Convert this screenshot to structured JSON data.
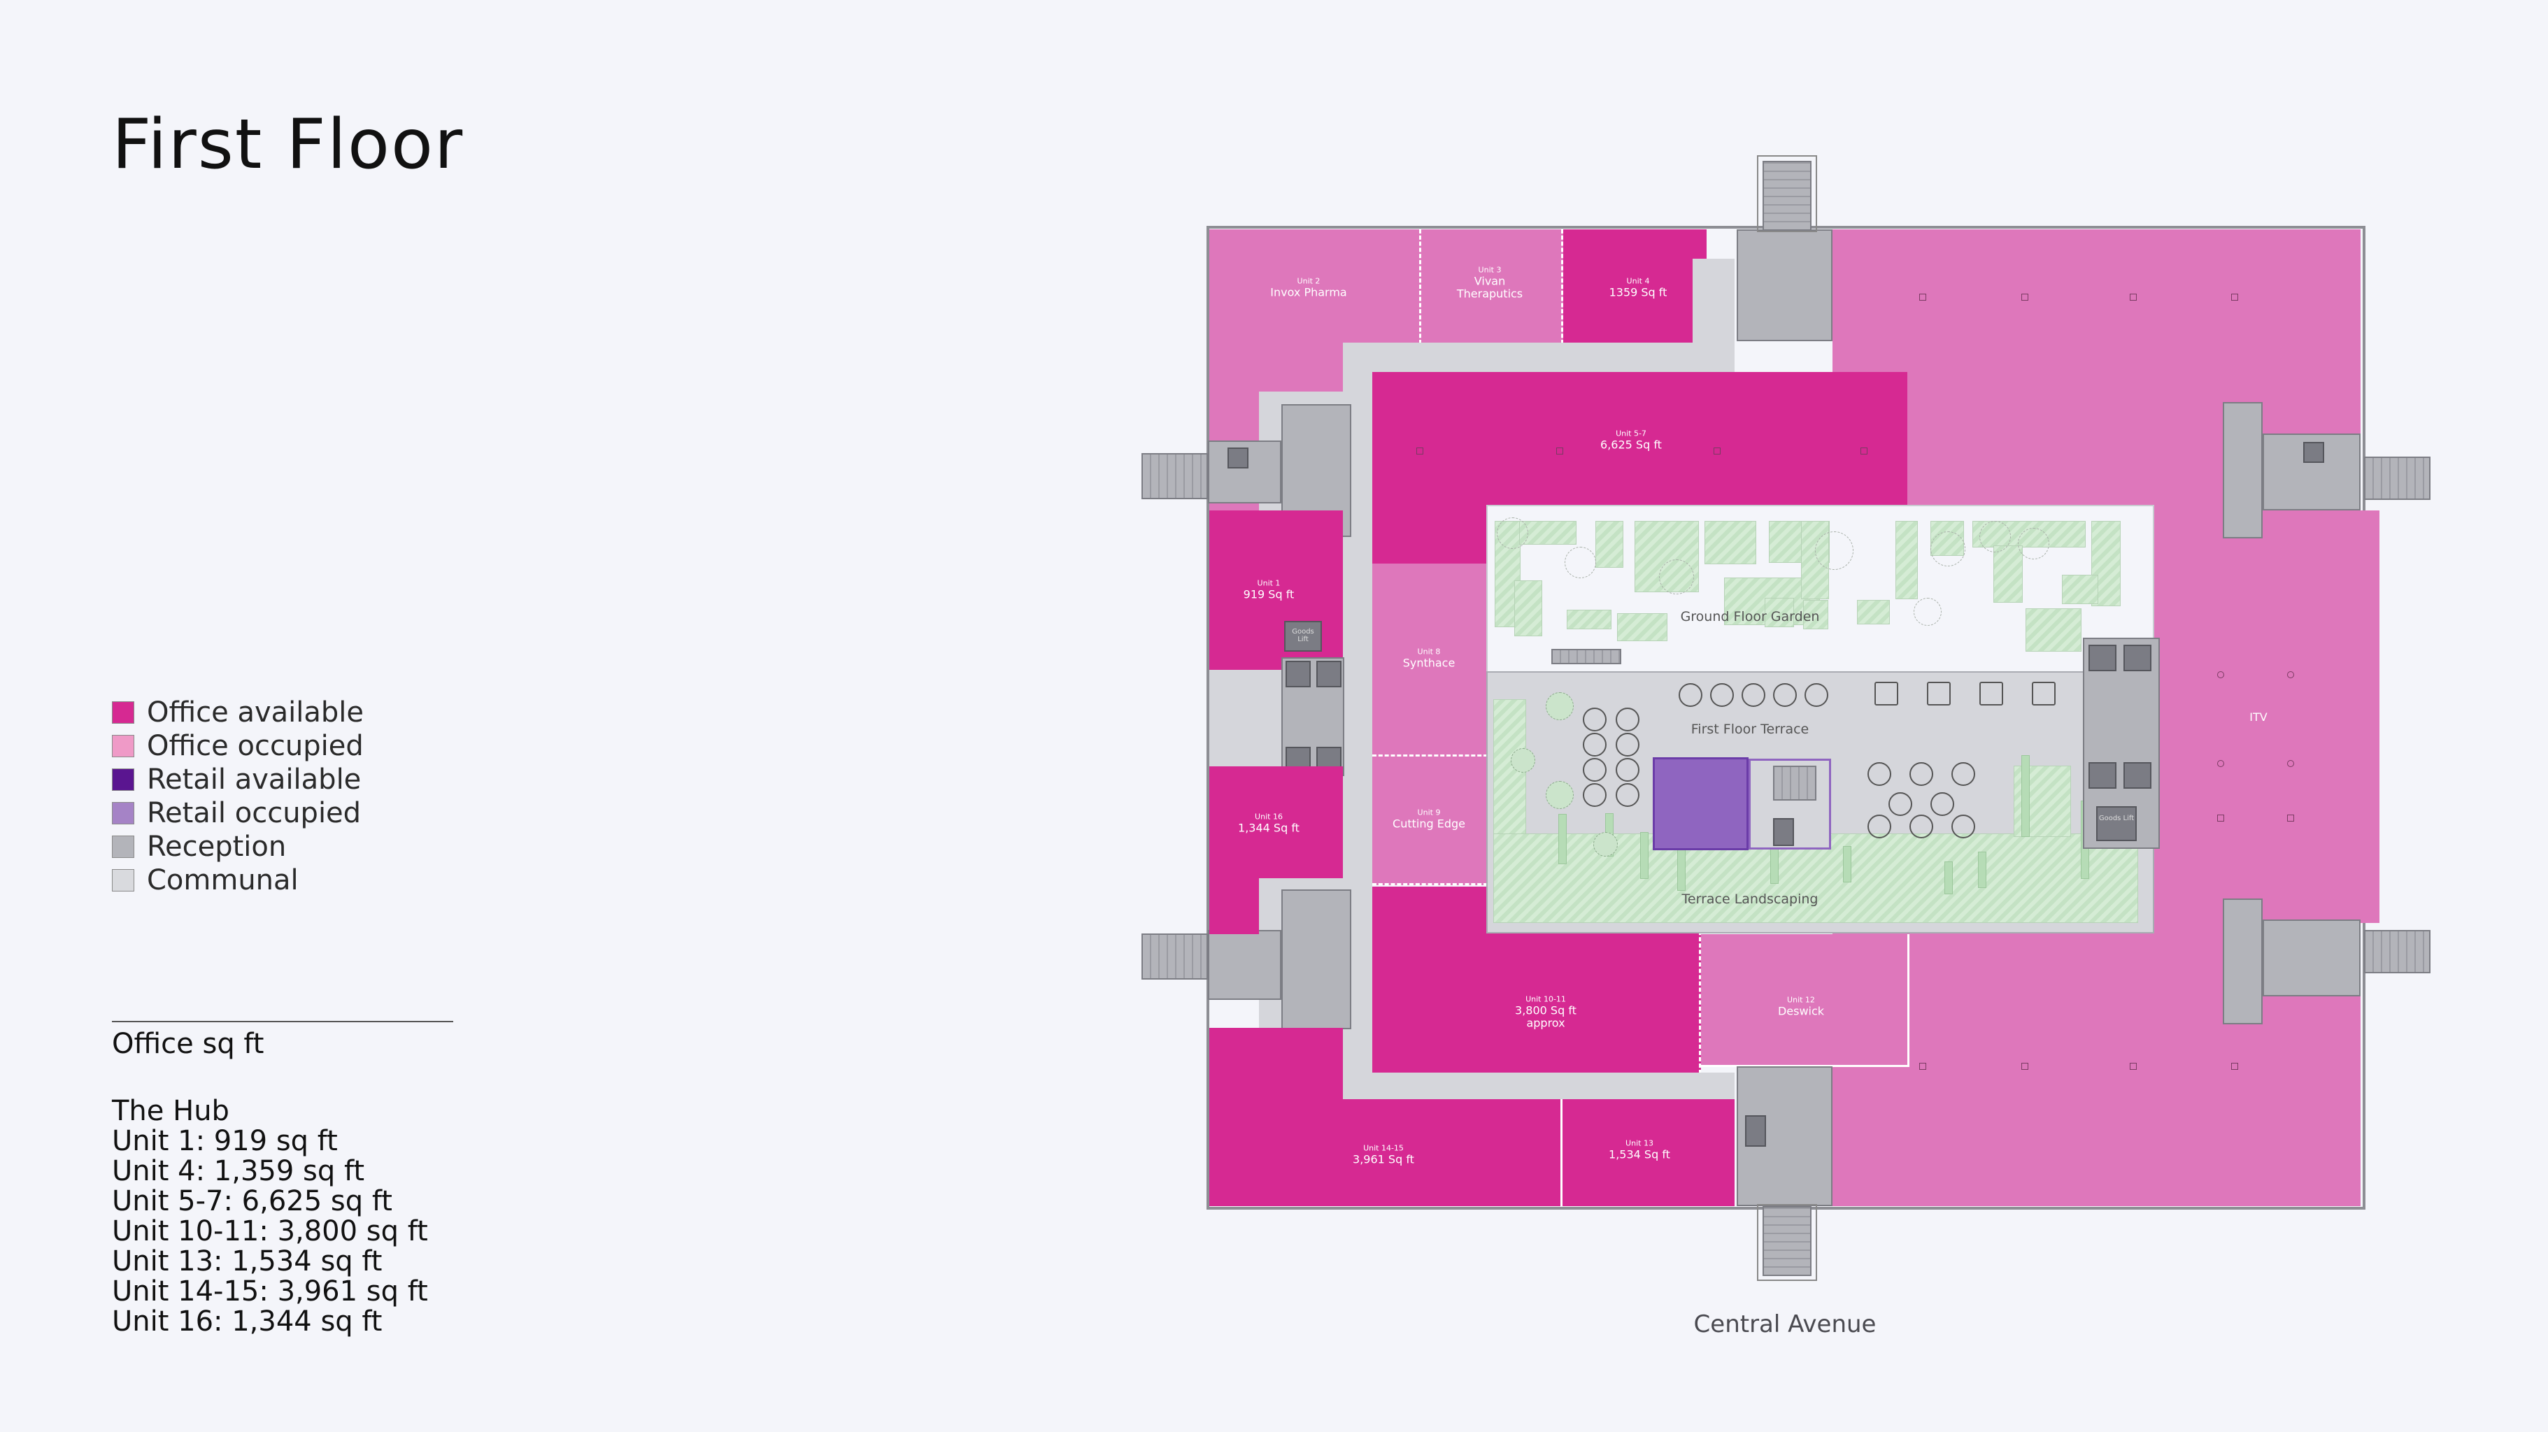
{
  "page": {
    "title": "First Floor",
    "street_label": "Central Avenue"
  },
  "legend": {
    "items": [
      {
        "label": "Office available",
        "color": "#d62992"
      },
      {
        "label": "Office occupied",
        "color": "#ef9ac7"
      },
      {
        "label": "Retail available",
        "color": "#5a1590"
      },
      {
        "label": "Retail occupied",
        "color": "#a583c6"
      },
      {
        "label": "Reception",
        "color": "#b3b4ba"
      },
      {
        "label": "Communal",
        "color": "#d9dade"
      }
    ]
  },
  "sqft_panel": {
    "heading": "Office sq ft",
    "building": "The Hub",
    "lines": [
      "Unit 1: 919 sq ft",
      "Unit 4: 1,359 sq ft",
      "Unit 5-7: 6,625 sq ft",
      "Unit 10-11: 3,800 sq ft",
      "Unit 13: 1,534 sq ft",
      "Unit 14-15: 3,961 sq ft",
      "Unit 16: 1,344 sq ft"
    ]
  },
  "plan": {
    "units": {
      "unit2": {
        "unit": "Unit 2",
        "value": "Invox Pharma",
        "status": "Office occupied"
      },
      "unit3": {
        "unit": "Unit 3",
        "value": "Vivan",
        "value2": "Theraputics",
        "status": "Office occupied"
      },
      "unit4": {
        "unit": "Unit 4",
        "value": "1359 Sq ft",
        "status": "Office available"
      },
      "unit57": {
        "unit": "Unit 5-7",
        "value": "6,625 Sq ft",
        "status": "Office available"
      },
      "unit1": {
        "unit": "Unit 1",
        "value": "919 Sq ft",
        "status": "Office available"
      },
      "unit8": {
        "unit": "Unit 8",
        "value": "Synthace",
        "status": "Office occupied"
      },
      "unit9": {
        "unit": "Unit 9",
        "value": "Cutting Edge",
        "status": "Office occupied"
      },
      "unit16": {
        "unit": "Unit 16",
        "value": "1,344 Sq ft",
        "status": "Office available"
      },
      "unit1011": {
        "unit": "Unit 10-11",
        "value": "3,800 Sq ft",
        "value2": "approx",
        "status": "Office available"
      },
      "unit12": {
        "unit": "Unit 12",
        "value": "Deswick",
        "status": "Office occupied"
      },
      "unit1415": {
        "unit": "Unit 14-15",
        "value": "3,961 Sq ft",
        "status": "Office available"
      },
      "unit13": {
        "unit": "Unit 13",
        "value": "1,534 Sq ft",
        "status": "Office available"
      },
      "itv": {
        "value": "ITV",
        "status": "Office occupied"
      }
    },
    "areas": {
      "ground_floor_garden": "Ground Floor Garden",
      "first_floor_terrace": "First Floor Terrace",
      "terrace_landscaping": "Terrace Landscaping",
      "goods_lift_left": "Goods Lift",
      "goods_lift_right": "Goods Lift"
    }
  }
}
